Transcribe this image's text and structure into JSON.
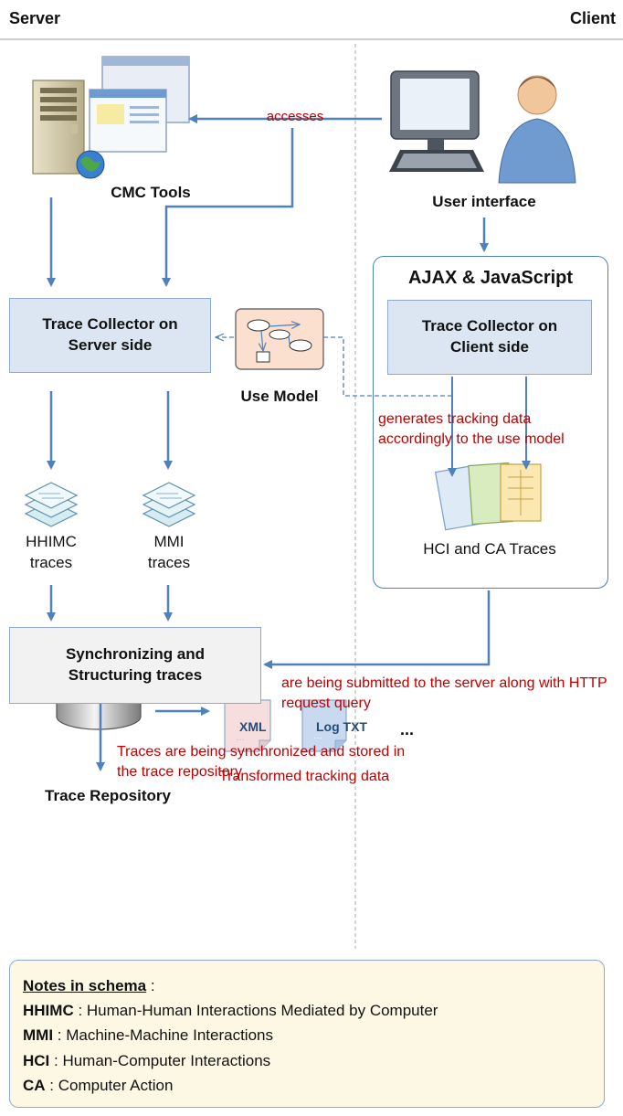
{
  "headers": {
    "server": "Server",
    "client": "Client"
  },
  "labels": {
    "cmc_tools": "CMC Tools",
    "user_interface": "User interface",
    "ajax_title": "AJAX & JavaScript",
    "trace_collector_server": "Trace Collector on Server side",
    "trace_collector_client": "Trace Collector on Client side",
    "use_model": "Use Model",
    "hhimc_traces": "HHIMC traces",
    "mmi_traces": "MMI traces",
    "hci_ca_traces": "HCI and CA Traces",
    "sync_struct": "Synchronizing and Structuring traces",
    "trace_repository": "Trace Repository",
    "xml": "XML",
    "log_txt": "Log TXT",
    "ellipsis": "..."
  },
  "annotations": {
    "accesses": "accesses",
    "generates": "generates tracking data accordingly to the use model",
    "submitted": "are being submitted to the server along with HTTP request query",
    "synchronized": "Traces are being synchronized and stored in the trace repository",
    "transformed": "Transformed tracking data"
  },
  "notes": {
    "title": "Notes in schema",
    "title_suffix": " :",
    "items": [
      {
        "term": "HHIMC",
        "definition": " : Human-Human Interactions Mediated by Computer"
      },
      {
        "term": "MMI",
        "definition": " : Machine-Machine Interactions"
      },
      {
        "term": "HCI",
        "definition": " : Human-Computer Interactions"
      },
      {
        "term": "CA",
        "definition": " : Computer Action"
      }
    ]
  },
  "colors": {
    "arrow": "#4f81bd",
    "box_fill": "#dce6f2",
    "red_text": "#c00000",
    "notes_fill": "#fcf8e4"
  }
}
